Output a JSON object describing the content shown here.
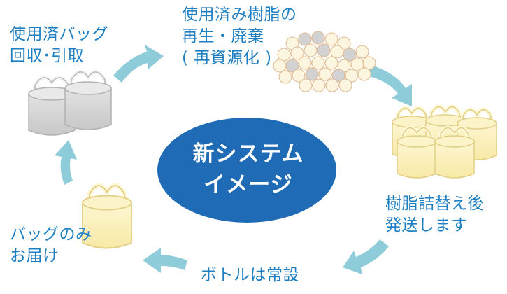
{
  "center": {
    "line1": "新システム",
    "line2": "イメージ"
  },
  "steps": {
    "collect": {
      "line1": "使用済バッグ",
      "line2": "回収･引取"
    },
    "recycle": {
      "line1": "使用済み樹脂の",
      "line2": "再生・廃棄",
      "line3": "( 再資源化 )"
    },
    "refill": {
      "line1": "樹脂詰替え後",
      "line2": "発送します"
    },
    "bottle": {
      "line1": "ボトルは常設"
    },
    "deliver": {
      "line1": "バッグのみ",
      "line2": "お届け"
    }
  },
  "colors": {
    "text": "#1d7fc1",
    "ellipse": "#1f6bb5",
    "arrow": "#8fccd9",
    "bag_gray": "#d4d4d4",
    "bag_yellow": "#fcf1bf",
    "pellet": "#fcf5df",
    "pellet_gray": "#d2d2d2"
  }
}
